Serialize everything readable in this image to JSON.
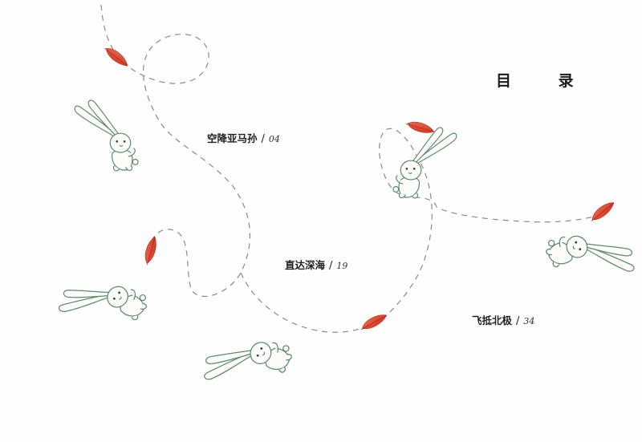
{
  "toc": {
    "title": "目 录",
    "entries": [
      {
        "label": "空降亚马孙",
        "sep": "/",
        "page": "04"
      },
      {
        "label": "直达深海",
        "sep": "/",
        "page": "19"
      },
      {
        "label": "飞抵北极",
        "sep": "/",
        "page": "34"
      }
    ]
  },
  "colors": {
    "feather": "#d9412c",
    "sketch": "#5f8a6a",
    "path": "#8a8a8a",
    "text": "#1c1c1c"
  }
}
